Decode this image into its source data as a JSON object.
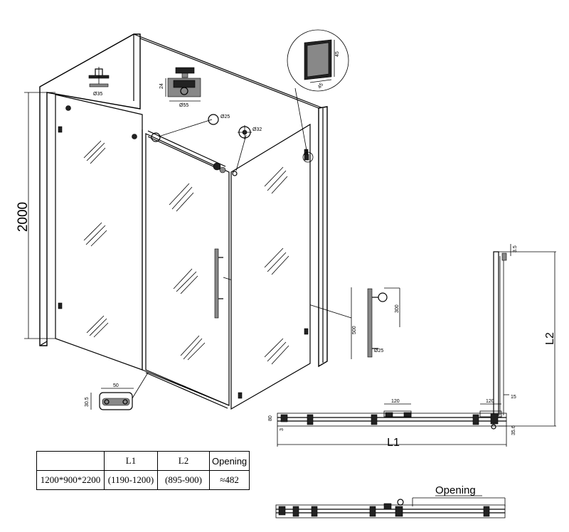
{
  "dimensions": {
    "height_main": "2000",
    "bracket_d": "Ø35",
    "roller_h": "24",
    "roller_d": "Ø55",
    "bar_d": "Ø25",
    "stopper_d": "Ø32",
    "glass_a": "45",
    "glass_b": "45",
    "handle_len": "500",
    "handle_span": "300",
    "handle_d": "Ø25",
    "guide_w": "50",
    "guide_h": "30.5",
    "plan_a": "120",
    "plan_b": "120",
    "plan_c": "80",
    "plan_d": "3",
    "plan_e": "35.6",
    "side_a": "3.5",
    "side_b": "15",
    "l1": "L1",
    "l2": "L2",
    "opening": "Opening"
  },
  "spec_table": {
    "headers": [
      "",
      "L1",
      "L2",
      "Opening"
    ],
    "row": [
      "1200*900*2200",
      "(1190-1200)",
      "(895-900)",
      "≈482"
    ]
  }
}
